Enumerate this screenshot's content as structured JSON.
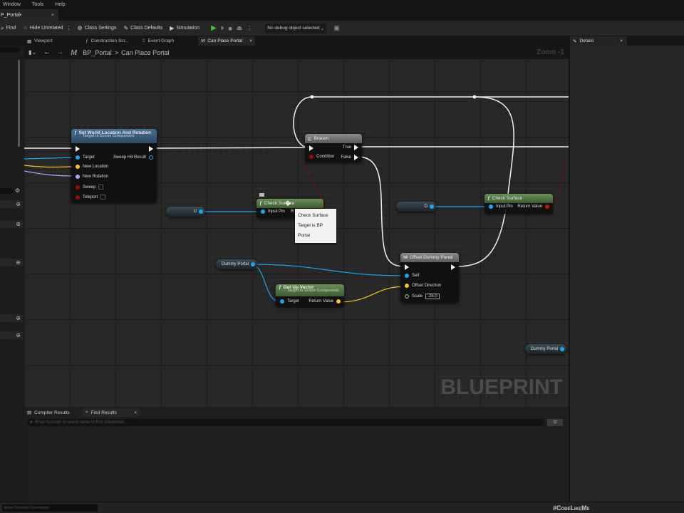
{
  "menu": {
    "items": [
      "Window",
      "Tools",
      "Help"
    ]
  },
  "document_tab": {
    "label": "P_Portal•",
    "close": "×"
  },
  "toolbar": {
    "find": "Find",
    "hide_unrelated": "Hide Unrelated",
    "class_settings": "Class Settings",
    "class_defaults": "Class Defaults",
    "simulation": "Simulation",
    "debug_object": "No debug object selected"
  },
  "graph_tabs": [
    {
      "label": "Viewport"
    },
    {
      "label": "Construction Scr..."
    },
    {
      "label": "Event Graph"
    },
    {
      "label": "Can Place Portal",
      "active": true
    }
  ],
  "breadcrumb": {
    "root": "BP_Portal",
    "separator": ">",
    "current": "Can Place Portal"
  },
  "graph": {
    "zoom": "Zoom -1",
    "watermark": "BLUEPRINT",
    "nodes": {
      "set_world": {
        "title": "Set World Location And Rotation",
        "subtitle": "Target is Scene Component",
        "pins_in": [
          "Target",
          "New Location",
          "New Rotation",
          "Sweep",
          "Teleport"
        ],
        "pins_out": [
          "Sweep Hit Result"
        ]
      },
      "branch": {
        "title": "Branch",
        "pin_in": "Condition",
        "pin_true": "True",
        "pin_false": "False"
      },
      "check_surface_1": {
        "title": "Check Surface",
        "pin_in": "Input Pin",
        "pin_out": "R"
      },
      "check_surface_2": {
        "title": "Check Surface",
        "pin_in": "Input Pin",
        "pin_out": "Return Value"
      },
      "var_u": {
        "label": "U"
      },
      "var_d": {
        "label": "D"
      },
      "var_dummy_portal_1": {
        "label": "Dummy Portal"
      },
      "var_dummy_portal_2": {
        "label": "Dummy Portal"
      },
      "get_up_vector": {
        "title": "Get Up Vector",
        "subtitle": "Target is Scene Component",
        "pin_in": "Target",
        "pin_out": "Return Value"
      },
      "offset_dummy_portal": {
        "title": "Offset Dummy Portal",
        "pins_in": [
          "Self",
          "Offset Direction",
          "Scale"
        ],
        "scale_value": "-25.0"
      }
    },
    "tooltip": {
      "line1": "Check Surface",
      "line2": "Target is BP Portal"
    }
  },
  "details": {
    "tab_label": "Details",
    "close": "×"
  },
  "bottom_panel": {
    "tabs": [
      {
        "label": "Compiler Results"
      },
      {
        "label": "Find Results",
        "close": "×"
      }
    ],
    "find_placeholder": "Enter function or event name to find references..."
  },
  "statusbar": {
    "console_placeholder": "Enter Console Command",
    "hashtag": "#CodeLikeMe"
  },
  "colors": {
    "exec_wire": "#f0f0f0",
    "object_pin": "#1ea5e6",
    "vector_pin": "#f4c430",
    "rotator_pin": "#a5a8f0",
    "bool_pin": "#8c0f0f",
    "play_green": "#4cbb3a"
  }
}
